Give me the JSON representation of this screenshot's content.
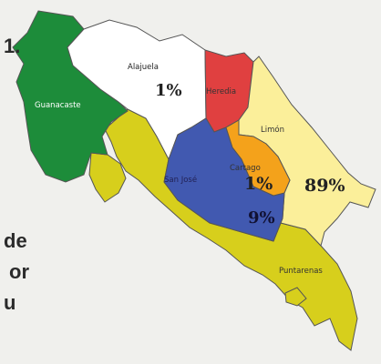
{
  "side_text": [
    "1.",
    "de",
    "or",
    "u"
  ],
  "provinces": [
    {
      "id": "guanacaste",
      "name": "Guanacaste",
      "color": "#1d8c3a",
      "percent": ""
    },
    {
      "id": "alajuela",
      "name": "Alajuela",
      "color": "#ffffff",
      "percent": "1%"
    },
    {
      "id": "heredia",
      "name": "Heredia",
      "color": "#e04040",
      "percent": ""
    },
    {
      "id": "limon",
      "name": "Limón",
      "color": "#fbef9a",
      "percent": "89%"
    },
    {
      "id": "cartago",
      "name": "Cartago",
      "color": "#f4a21b",
      "percent": "1%"
    },
    {
      "id": "sanjose",
      "name": "San José",
      "color": "#4159b0",
      "percent": "9%"
    },
    {
      "id": "puntarenas",
      "name": "Puntarenas",
      "color": "#d7cf1c",
      "percent": ""
    }
  ]
}
